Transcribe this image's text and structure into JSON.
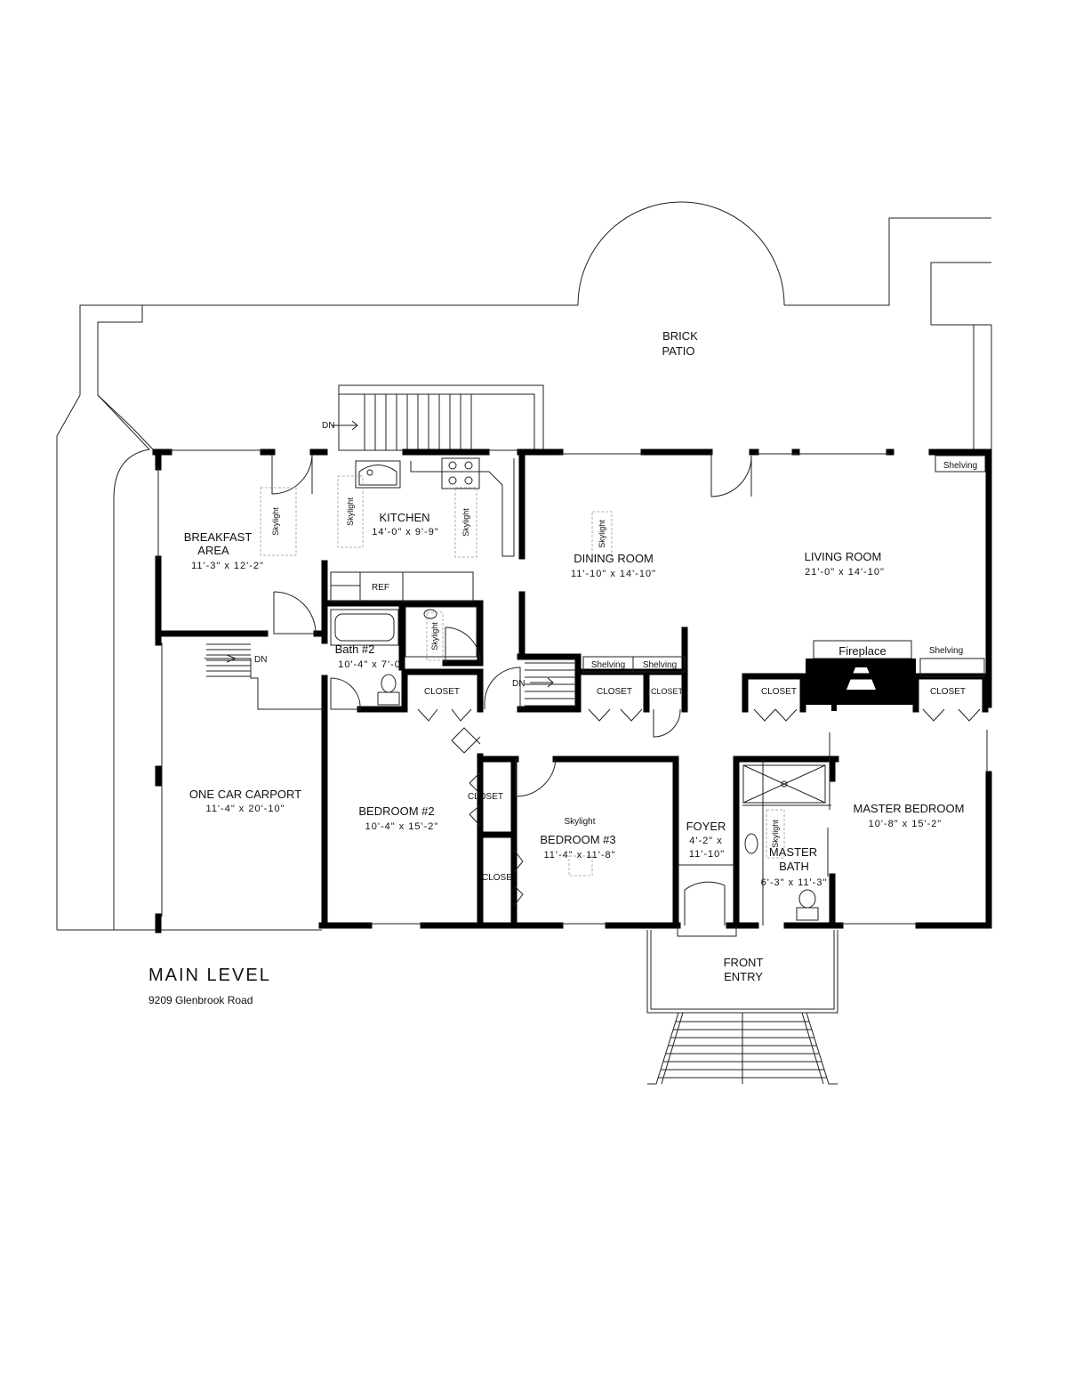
{
  "labels": {
    "brick": "BRICK",
    "patio": "PATIO",
    "kitchen": "KITCHEN",
    "kitchen_dim": "14'-0\" x 9'-9\"",
    "breakfast_1": "BREAKFAST",
    "breakfast_2": "AREA",
    "breakfast_dim": "11'-3\" x 12'-2\"",
    "dining": "DINING ROOM",
    "dining_dim": "11'-10\" x 14'-10\"",
    "living": "LIVING ROOM",
    "living_dim": "21'-0\" x 14'-10\"",
    "bath2": "Bath #2",
    "bath2_dim": "10'-4\" x 7'-0\"",
    "ref": "REF",
    "carport": "ONE CAR CARPORT",
    "carport_dim": "11'-4\" x 20'-10\"",
    "bedroom2": "BEDROOM #2",
    "bedroom2_dim": "10'-4\" x 15'-2\"",
    "bedroom3": "BEDROOM #3",
    "bedroom3_dim": "11'-4\" x 11'-8\"",
    "foyer": "FOYER",
    "foyer_dim_1": "4'-2\" x",
    "foyer_dim_2": "11'-10\"",
    "master_bedroom": "MASTER BEDROOM",
    "master_bedroom_dim": "10'-8\" x 15'-2\"",
    "master_bath_1": "MASTER",
    "master_bath_2": "BATH",
    "master_bath_dim": "6'-3\" x 11'-3\"",
    "front_1": "FRONT",
    "front_2": "ENTRY",
    "fireplace": "Fireplace",
    "shelving": "Shelving",
    "closet": "CLOSET",
    "skylight": "Skylight",
    "dn": "DN"
  },
  "title": "MAIN  LEVEL",
  "address": "9209 Glenbrook Road"
}
